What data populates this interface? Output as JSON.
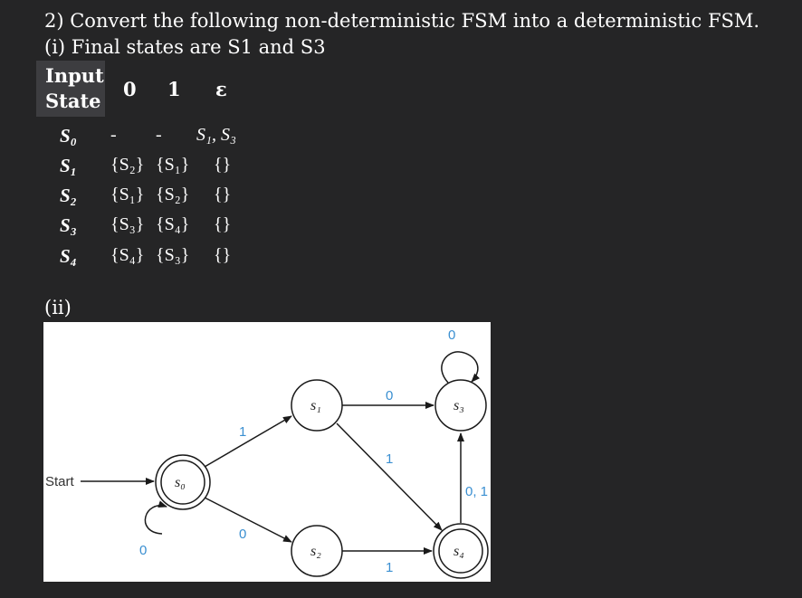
{
  "question": {
    "title": "2) Convert the following non-deterministic FSM into a deterministic FSM.",
    "part1": "(i) Final states are S1 and S3",
    "part2": "(ii)"
  },
  "transition_table": {
    "header_line1": "Input",
    "header_line2": "State",
    "columns": [
      "0",
      "1",
      "ε"
    ],
    "rows": [
      {
        "state": "S₀",
        "c0": "-",
        "c1": "-",
        "ce": "S₁, S₃"
      },
      {
        "state": "S₁",
        "c0": "{S₂}",
        "c1": "{S₁}",
        "ce": "{}"
      },
      {
        "state": "S₂",
        "c0": "{S₁}",
        "c1": "{S₂}",
        "ce": "{}"
      },
      {
        "state": "S₃",
        "c0": "{S₃}",
        "c1": "{S₄}",
        "ce": "{}"
      },
      {
        "state": "S₄",
        "c0": "{S₄}",
        "c1": "{S₃}",
        "ce": "{}"
      }
    ]
  },
  "diagram": {
    "start_label": "Start",
    "states": {
      "s0": "s₀",
      "s1": "s₁",
      "s2": "s₂",
      "s3": "s₃",
      "s4": "s₄"
    },
    "edge_labels": {
      "s0_loop": "0",
      "s0_s1": "1",
      "s0_s2": "0",
      "s1_s3": "0",
      "s1_s4": "1",
      "s2_s4": "1",
      "s3_loop": "0",
      "s4_s3": "0, 1"
    },
    "colors": {
      "label_blue": "#3a8fd1",
      "line": "#1a1a1a"
    }
  }
}
